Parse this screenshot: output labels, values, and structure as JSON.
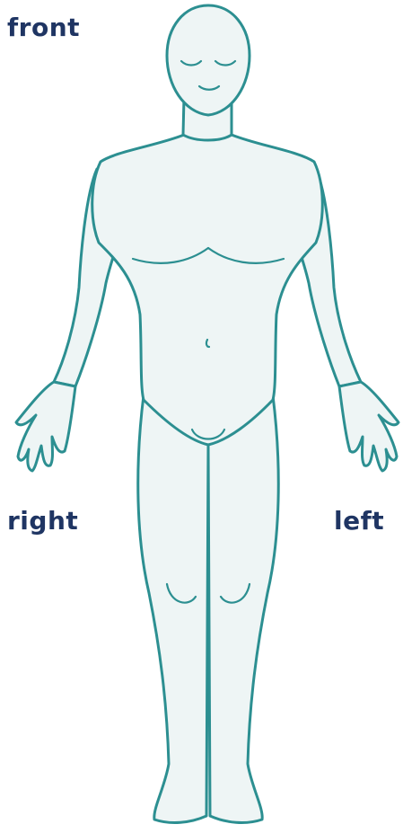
{
  "labels": {
    "view": "front",
    "side_right": "right",
    "side_left": "left"
  },
  "colors": {
    "label_text": "#1f3563",
    "outline": "#2c8f91",
    "body_fill": "#eef5f5",
    "background": "#ffffff"
  }
}
